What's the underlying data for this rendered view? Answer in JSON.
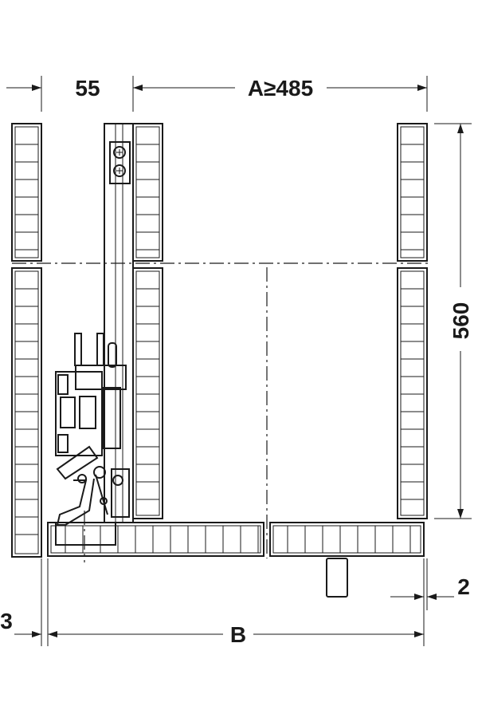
{
  "dimensions": {
    "side_gap": "55",
    "inner_width": "A≥485",
    "depth": "560",
    "front_offset_right": "2",
    "front_offset_left": "3",
    "front_width": "B"
  },
  "colors": {
    "line": "#1a1a1a",
    "background": "#ffffff"
  }
}
